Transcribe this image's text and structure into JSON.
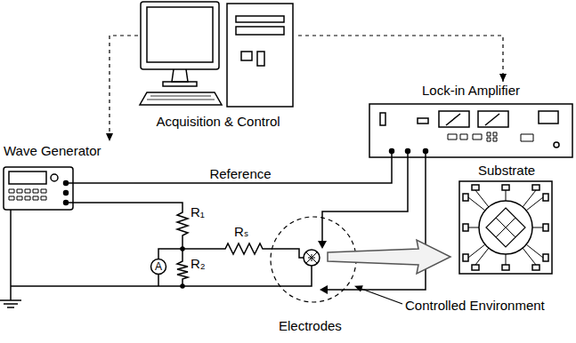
{
  "diagram": {
    "nodes": [
      {
        "text": [
          "Acquisition & Control"
        ]
      },
      {
        "text": [
          "Wave Generator"
        ]
      },
      {
        "text": [
          "Lock-in Amplifier"
        ]
      },
      {
        "text": [
          "A"
        ]
      }
    ],
    "edges": [
      {
        "from": 0,
        "to": 1,
        "arrow": "to"
      },
      {
        "from": 0,
        "to": 2,
        "arrow": "to"
      },
      {
        "from": 1,
        "to": 2,
        "label": "Reference",
        "arrow": "none"
      }
    ],
    "labels": [
      "R₁",
      "Rₛ",
      "R₂",
      "Substrate",
      "Electrodes",
      "Controlled Environment"
    ]
  }
}
